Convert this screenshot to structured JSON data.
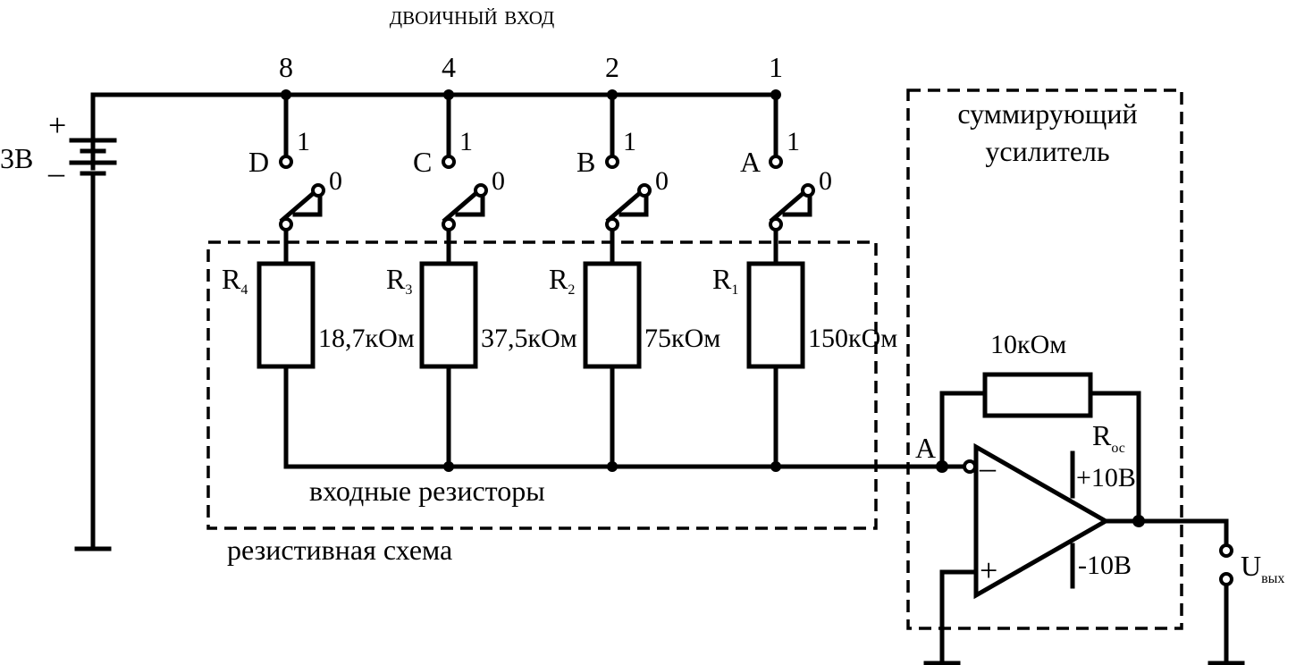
{
  "binary_input": {
    "title": "двоичный вход",
    "weights": [
      "8",
      "4",
      "2",
      "1"
    ]
  },
  "battery": {
    "label": "3В",
    "plus": "+",
    "minus": "–"
  },
  "switches": [
    {
      "name": "D",
      "on": "1",
      "off": "0"
    },
    {
      "name": "C",
      "on": "1",
      "off": "0"
    },
    {
      "name": "B",
      "on": "1",
      "off": "0"
    },
    {
      "name": "A",
      "on": "1",
      "off": "0"
    }
  ],
  "resistors": [
    {
      "ref": "R",
      "sub": "4",
      "value": "18,7кОм"
    },
    {
      "ref": "R",
      "sub": "3",
      "value": "37,5кОм"
    },
    {
      "ref": "R",
      "sub": "2",
      "value": "75кОм"
    },
    {
      "ref": "R",
      "sub": "1",
      "value": "150кОм"
    }
  ],
  "input_resistors_label": "входные резисторы",
  "resistive_network_label": "резистивная схема",
  "amplifier": {
    "label_line1": "суммирующий",
    "label_line2": "усилитель",
    "feedback_value": "10кОм",
    "feedback_ref": "R",
    "feedback_sub": "ос",
    "node": "A",
    "inverting": "–",
    "noninverting": "+",
    "supply_pos": "+10В",
    "supply_neg": "-10В"
  },
  "output": {
    "ref": "U",
    "sub": "вых"
  }
}
